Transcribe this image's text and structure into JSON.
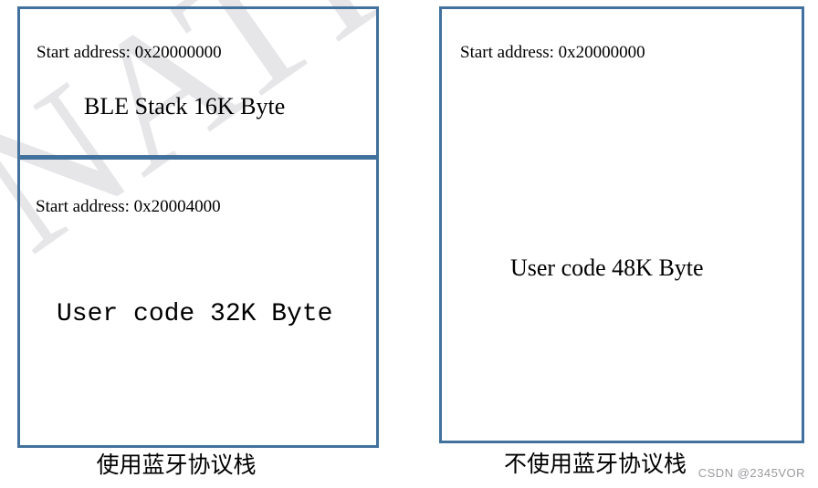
{
  "page": {
    "background_watermark": "NATI",
    "csdn_watermark": "CSDN @2345VOR"
  },
  "colors": {
    "box_border": "#41719c",
    "watermark_gray": "#e6e6e9",
    "csdn_gray": "#9b9ba0",
    "text": "#000000"
  },
  "left_diagram": {
    "top_section": {
      "start_address": "Start address: 0x20000000",
      "label": "BLE Stack 16K Byte"
    },
    "bottom_section": {
      "start_address": "Start address: 0x20004000",
      "label": "User code 32K Byte"
    },
    "caption": "使用蓝牙协议栈"
  },
  "right_diagram": {
    "start_address": "Start address: 0x20000000",
    "label": "User code 48K Byte",
    "caption": "不使用蓝牙协议栈"
  }
}
